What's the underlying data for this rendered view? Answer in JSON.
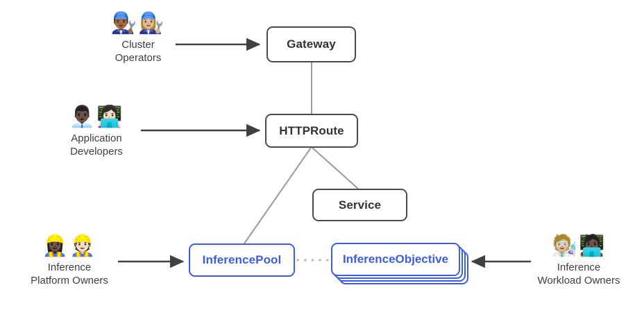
{
  "diagram": {
    "title": "Gateway API Inference Extension resource model and personas",
    "colors": {
      "box_border": "#4a4a4a",
      "box_text": "#333333",
      "accent_blue": "#3d5ce4",
      "arrow": "#404040",
      "connector": "#9a9a9a",
      "dotted": "#b5b5b5",
      "background": "#ffffff"
    },
    "nodes": [
      {
        "id": "gateway",
        "label": "Gateway",
        "style": "plain"
      },
      {
        "id": "httproute",
        "label": "HTTPRoute",
        "style": "plain"
      },
      {
        "id": "service",
        "label": "Service",
        "style": "plain"
      },
      {
        "id": "inferencepool",
        "label": "InferencePool",
        "style": "blue"
      },
      {
        "id": "inferenceobjective",
        "label": "InferenceObjective",
        "style": "blue-stacked"
      }
    ],
    "actors": [
      {
        "id": "cluster-operators",
        "glyphs": "👨🏾‍🔧👩🏼‍🔧",
        "icon_names": [
          "man-mechanic-icon",
          "woman-mechanic-icon"
        ],
        "caption": "Cluster\nOperators",
        "targets": "gateway"
      },
      {
        "id": "application-developers",
        "glyphs": "👨🏿‍💼👩🏻‍💻",
        "icon_names": [
          "man-office-worker-icon",
          "woman-technologist-icon"
        ],
        "caption": "Application\nDevelopers",
        "targets": "httproute"
      },
      {
        "id": "inference-platform-owners",
        "glyphs": "👷🏿‍♀️👷🏻",
        "icon_names": [
          "woman-construction-worker-icon",
          "man-construction-worker-icon"
        ],
        "caption": "Inference\nPlatform Owners",
        "targets": "inferencepool"
      },
      {
        "id": "inference-workload-owners",
        "glyphs": "🧑🏼‍🔬🧑🏿‍💻",
        "icon_names": [
          "scientist-icon",
          "technologist-icon"
        ],
        "caption": "Inference\nWorkload Owners",
        "targets": "inferenceobjective"
      }
    ],
    "edges": [
      {
        "from": "cluster-operators",
        "to": "gateway",
        "kind": "arrow"
      },
      {
        "from": "application-developers",
        "to": "httproute",
        "kind": "arrow"
      },
      {
        "from": "inference-platform-owners",
        "to": "inferencepool",
        "kind": "arrow"
      },
      {
        "from": "inference-workload-owners",
        "to": "inferenceobjective",
        "kind": "arrow"
      },
      {
        "from": "gateway",
        "to": "httproute",
        "kind": "line"
      },
      {
        "from": "httproute",
        "to": "inferencepool",
        "kind": "line"
      },
      {
        "from": "httproute",
        "to": "service",
        "kind": "line"
      },
      {
        "from": "inferencepool",
        "to": "inferenceobjective",
        "kind": "dotted"
      }
    ]
  }
}
